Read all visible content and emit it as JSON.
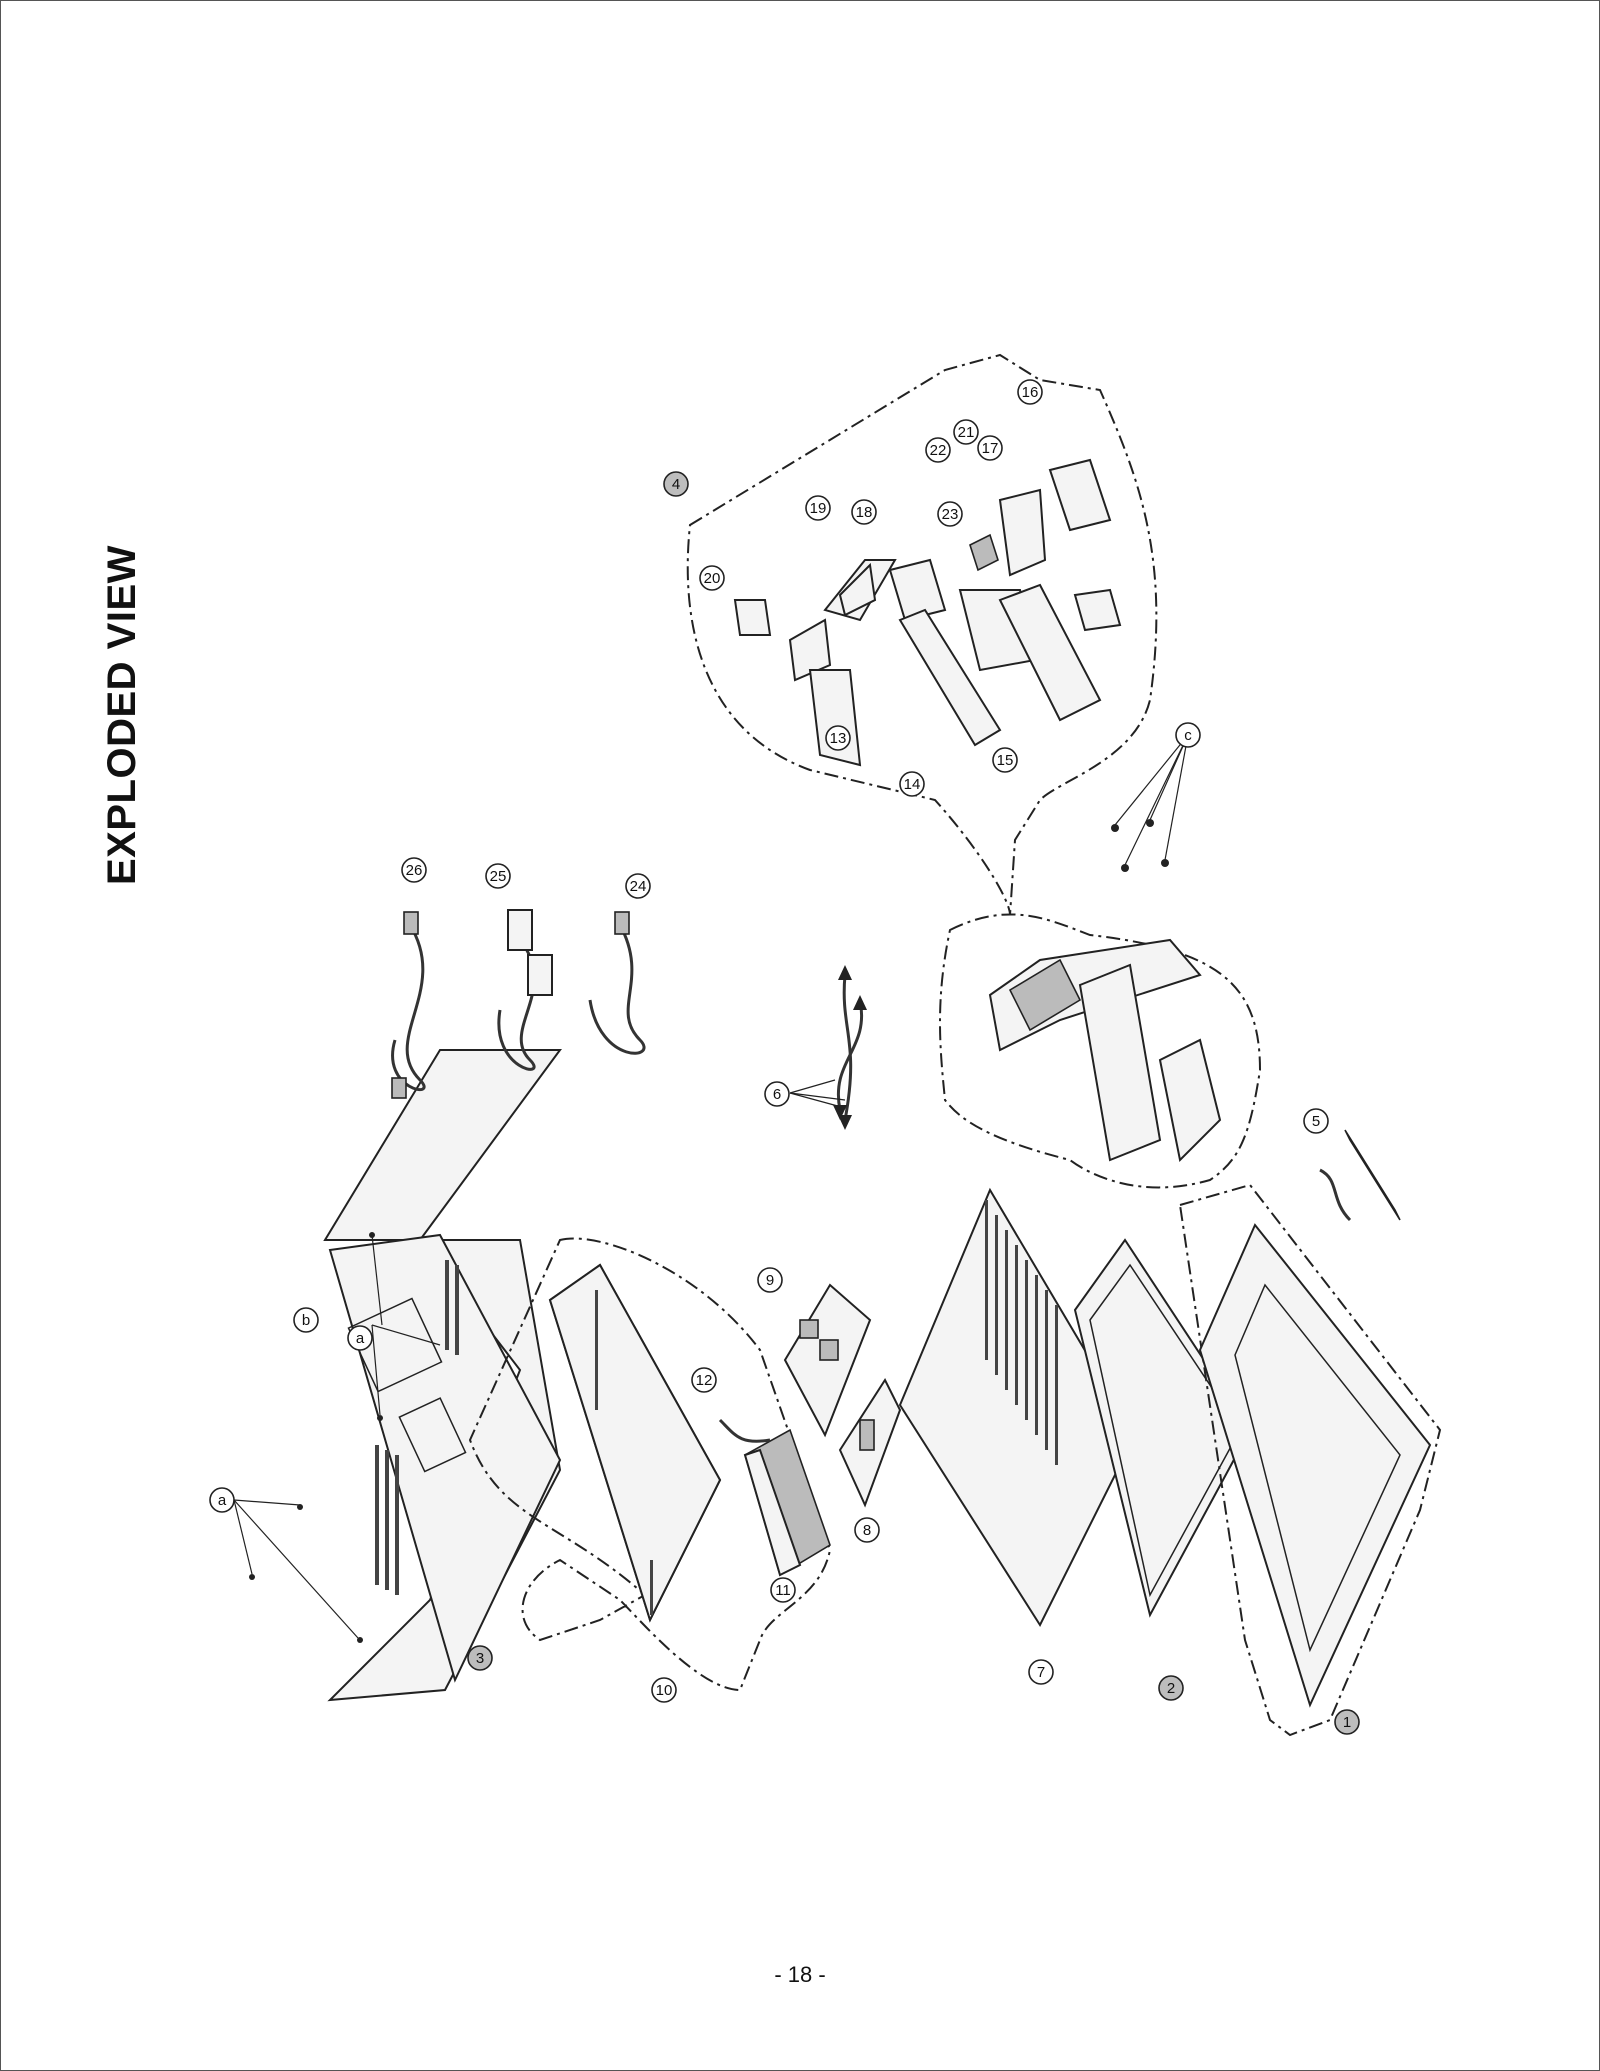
{
  "page": {
    "title": "EXPLODED VIEW",
    "page_number": "- 18 -"
  },
  "callouts": {
    "c1": "1",
    "c2": "2",
    "c3": "3",
    "c4": "4",
    "c5": "5",
    "c6": "6",
    "c7": "7",
    "c8": "8",
    "c9": "9",
    "c10": "10",
    "c11": "11",
    "c12": "12",
    "c13": "13",
    "c14": "14",
    "c15": "15",
    "c16": "16",
    "c17": "17",
    "c18": "18",
    "c19": "19",
    "c20": "20",
    "c21": "21",
    "c22": "22",
    "c23": "23",
    "c24": "24",
    "c25": "25",
    "c26": "26",
    "screw_a1": "a",
    "screw_a2": "a",
    "screw_b": "b",
    "screw_c": "c"
  }
}
